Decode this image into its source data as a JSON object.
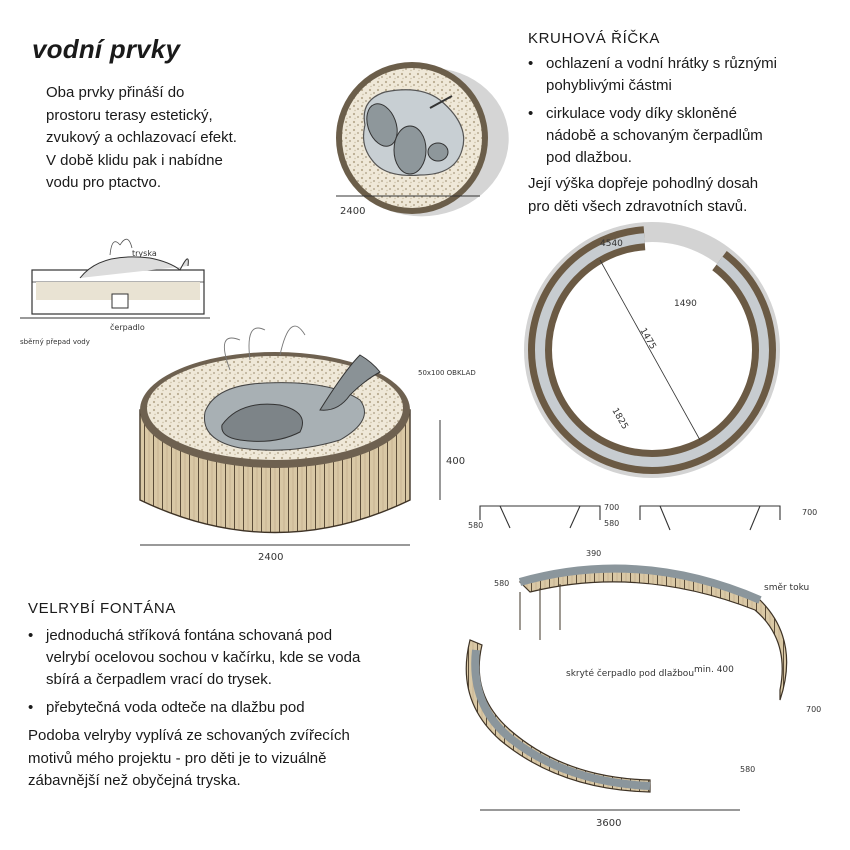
{
  "title": "vodní prvky",
  "intro": "Oba prvky přináší do\nprostoru terasy estetický,\nzvukový a ochlazovací efekt.\nV době klidu pak i nabídne\nvodu pro ptactvo.",
  "river": {
    "heading": "KRUHOVÁ ŘÍČKA",
    "bullets": [
      "ochlazení a vodní hrátky s různými\npohyblivými částmi",
      "cirkulace vody díky skloněné\nnádobě a schovaným čerpadlům\npod dlažbou."
    ],
    "note": "Její výška dopřeje pohodlný dosah\npro děti všech zdravotních stavů."
  },
  "fountain": {
    "heading": "VELRYBÍ FONTÁNA",
    "bullets": [
      "jednoduchá stříková fontána schovaná pod\nvelrybí ocelovou sochou v kačírku, kde se voda\nsbírá a čerpadlem vrací do trysek.",
      "přebytečná voda odteče na dlažbu pod"
    ],
    "note": "Podoba velryby vyplívá ze schovaných zvířecích\nmotivů mého projektu - pro děti je to vizuálně\nzábavnější než obyčejná tryska."
  },
  "sketch_labels": {
    "plan_diameter": "2400",
    "section_nozzle": "tryska",
    "section_pump": "čerpadlo",
    "section_drain": "sběrný přepad vody",
    "fountain_width": "2400",
    "fountain_height": "400",
    "fountain_edge": "50x100 OBKLAD",
    "ring_outer": "4540",
    "ring_d1": "1475",
    "ring_d2": "1490",
    "ring_d3": "1825",
    "sec_left": "580",
    "sec_mid1": "700",
    "sec_mid2": "580",
    "sec_right": "700",
    "iso_top": "390",
    "iso_left": "580",
    "iso_right": "700",
    "iso_flow": "směr toku",
    "iso_pump": "skryté čerpadlo pod dlažbou",
    "iso_min": "min. 400",
    "iso_small": "580",
    "iso_width": "3600"
  }
}
